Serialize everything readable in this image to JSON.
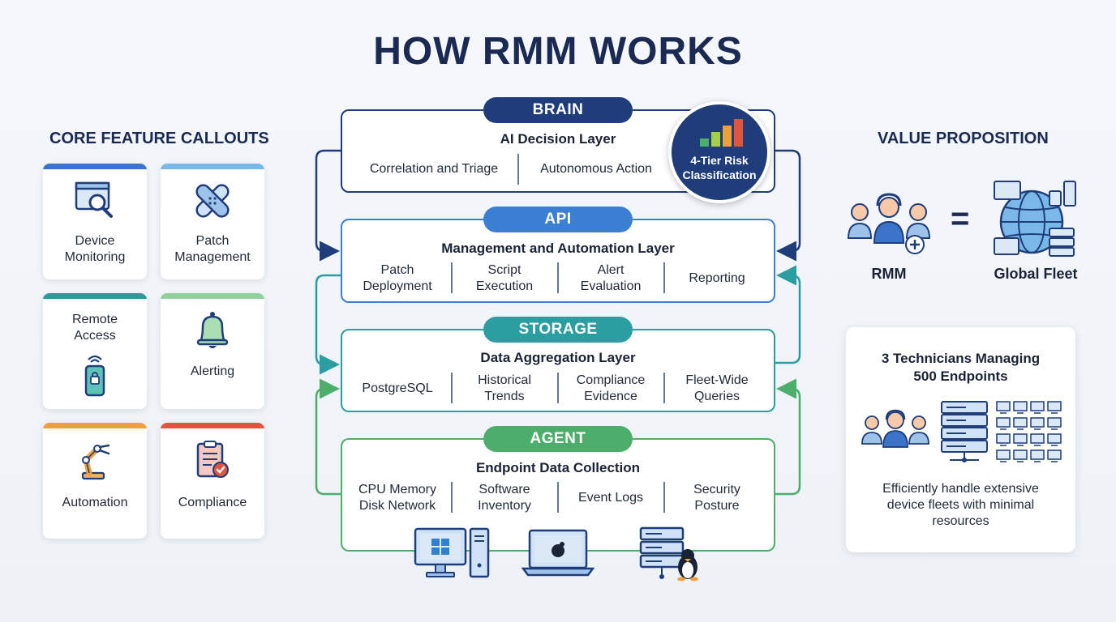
{
  "title": "HOW RMM WORKS",
  "core": {
    "heading": "CORE FEATURE CALLOUTS",
    "cards": [
      {
        "label_1": "Device",
        "label_2": "Monitoring",
        "icon": "monitor-search-icon",
        "color": "#3b73c9"
      },
      {
        "label_1": "Patch",
        "label_2": "Management",
        "icon": "bandage-icon",
        "color": "#7ab8e8"
      },
      {
        "label_1": "Remote",
        "label_2": "Access",
        "icon": "phone-lock-icon",
        "color": "#2a9a9a"
      },
      {
        "label_1": "Alerting",
        "label_2": "",
        "icon": "bell-icon",
        "color": "#8fd19a"
      },
      {
        "label_1": "Automation",
        "label_2": "",
        "icon": "robot-arm-icon",
        "color": "#f0a03a"
      },
      {
        "label_1": "Compliance",
        "label_2": "",
        "icon": "clipboard-check-icon",
        "color": "#e0553f"
      }
    ]
  },
  "layers": {
    "brain": {
      "pill": "BRAIN",
      "title": "AI Decision Layer",
      "cells": [
        "Correlation and Triage",
        "Autonomous Action"
      ],
      "badge_1": "4-Tier Risk",
      "badge_2": "Classification",
      "color": "#1f3d7a"
    },
    "api": {
      "pill": "API",
      "title": "Management and Automation Layer",
      "cells": [
        [
          "Patch",
          "Deployment"
        ],
        [
          "Script",
          "Execution"
        ],
        [
          "Alert",
          "Evaluation"
        ],
        [
          "Reporting",
          ""
        ]
      ],
      "color": "#3b7fd4"
    },
    "storage": {
      "pill": "STORAGE",
      "title": "Data Aggregation Layer",
      "cells": [
        [
          "PostgreSQL",
          ""
        ],
        [
          "Historical",
          "Trends"
        ],
        [
          "Compliance",
          "Evidence"
        ],
        [
          "Fleet-Wide",
          "Queries"
        ]
      ],
      "color": "#2a9ea0"
    },
    "agent": {
      "pill": "AGENT",
      "title": "Endpoint Data Collection",
      "cells": [
        [
          "CPU Memory",
          "Disk Network"
        ],
        [
          "Software",
          "Inventory"
        ],
        [
          "Event Logs",
          ""
        ],
        [
          "Security",
          "Posture"
        ]
      ],
      "color": "#4cae6a",
      "endpoints": [
        "windows-desktop-icon",
        "apple-laptop-icon",
        "linux-server-icon"
      ]
    }
  },
  "value": {
    "heading": "VALUE PROPOSITION",
    "left_label": "RMM",
    "equals": "=",
    "right_label": "Global Fleet",
    "panel_title_1": "3 Technicians Managing",
    "panel_title_2": "500 Endpoints",
    "panel_text": "Efficiently handle extensive device fleets with minimal resources"
  }
}
